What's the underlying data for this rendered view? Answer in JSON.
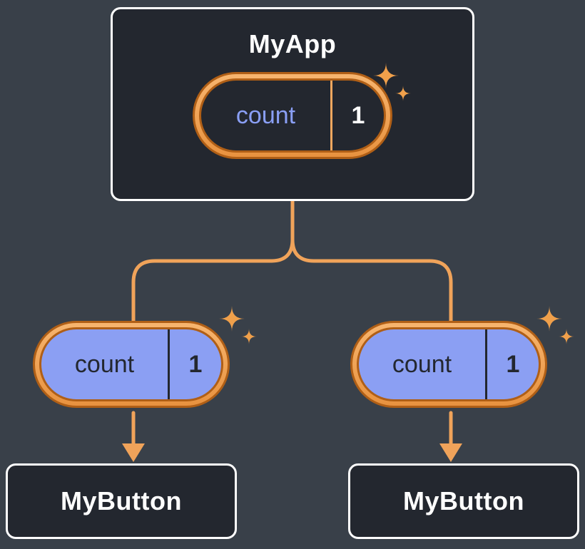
{
  "tree": {
    "root": {
      "title": "MyApp",
      "state": {
        "label": "count",
        "value": "1"
      }
    },
    "children": [
      {
        "title": "MyButton",
        "pill": {
          "label": "count",
          "value": "1"
        }
      },
      {
        "title": "MyButton",
        "pill": {
          "label": "count",
          "value": "1"
        }
      }
    ],
    "icons": {
      "sparkle": "four-point-star"
    },
    "colors": {
      "background": "#394049",
      "box_fill": "#23272f",
      "box_border": "#ffffff",
      "pill_ring": "#f3a75f",
      "pill_ring_outline": "#b05f16",
      "parent_pill_fill": "#23272f",
      "parent_label_text": "#8a9ff5",
      "parent_value_text": "#ffffff",
      "child_pill_fill": "#8b9ff3",
      "child_text": "#23272f",
      "connector": "#f0a35a",
      "sparkle": "#f0a04b"
    }
  }
}
